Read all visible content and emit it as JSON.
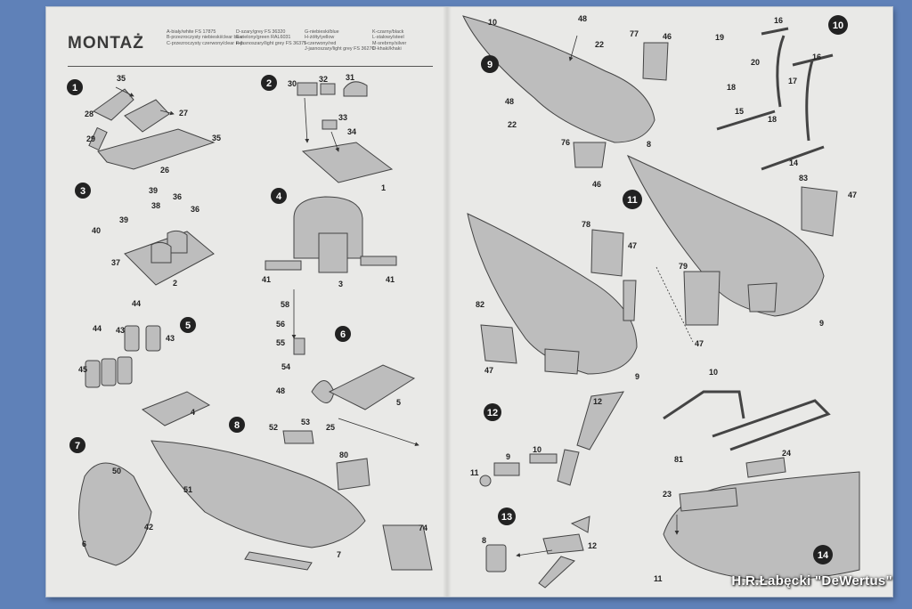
{
  "title": "MONTAŻ",
  "legend": {
    "col1": [
      "A-biały/white FS 17875",
      "B-przezroczysty niebieski/clear blue",
      "C-przezroczysty czerwony/clear red"
    ],
    "col2": [
      "D-szary/grey FS 36320",
      "E-zielony/green RAL6031",
      "F-jasnoszary/light grey FS 36375"
    ],
    "col3": [
      "G-niebieski/blue",
      "H-żółty/yellow",
      "I-czerwony/red",
      "J-jasnoszary/light grey FS 36270"
    ],
    "col4": [
      "K-czarny/black",
      "L-stalowy/steel",
      "M-srebrny/silver",
      "O-khaki/khaki"
    ]
  },
  "steps": [
    "1",
    "2",
    "3",
    "4",
    "5",
    "6",
    "7",
    "8",
    "9",
    "10",
    "11",
    "12",
    "13",
    "14"
  ],
  "part_numbers": {
    "s1": [
      "35",
      "27",
      "28",
      "29",
      "26",
      "35"
    ],
    "s2": [
      "30",
      "32",
      "31",
      "33",
      "34",
      "1"
    ],
    "s3": [
      "39",
      "38",
      "36",
      "36",
      "39",
      "40",
      "37",
      "2"
    ],
    "s4": [
      "41",
      "3",
      "41"
    ],
    "s5": [
      "44",
      "43",
      "43",
      "44",
      "45",
      "4"
    ],
    "s6": [
      "58",
      "56",
      "55",
      "54",
      "48",
      "25",
      "5"
    ],
    "s7": [
      "50",
      "42",
      "6"
    ],
    "s8": [
      "52",
      "53",
      "80",
      "51",
      "74",
      "7"
    ],
    "s9": [
      "10",
      "48",
      "22",
      "77",
      "46",
      "48",
      "22",
      "8"
    ],
    "s10": [
      "16",
      "19",
      "20",
      "16",
      "18",
      "17",
      "15",
      "18",
      "14"
    ],
    "s11": [
      "76",
      "46",
      "83",
      "47",
      "78",
      "47",
      "82",
      "47",
      "79",
      "47",
      "9",
      "9",
      "9"
    ],
    "s12": [
      "12",
      "9",
      "10",
      "11"
    ],
    "s13": [
      "8",
      "12"
    ],
    "s14": [
      "10",
      "81",
      "24",
      "23",
      "11"
    ]
  },
  "credit": "H.R.Łabęcki \"DeWertus\"",
  "colors": {
    "background": "#5f81b8",
    "paper": "#e9e9e7",
    "ink": "#333333",
    "part_fill": "#bdbdbd"
  }
}
